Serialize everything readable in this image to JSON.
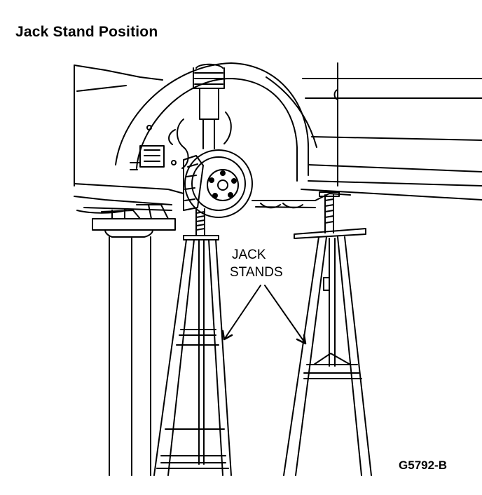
{
  "title": "Jack Stand Position",
  "callout": {
    "line1": "JACK",
    "line2": "STANDS"
  },
  "figure_code": "G5792-B",
  "colors": {
    "ink": "#000000",
    "paper": "#ffffff"
  }
}
